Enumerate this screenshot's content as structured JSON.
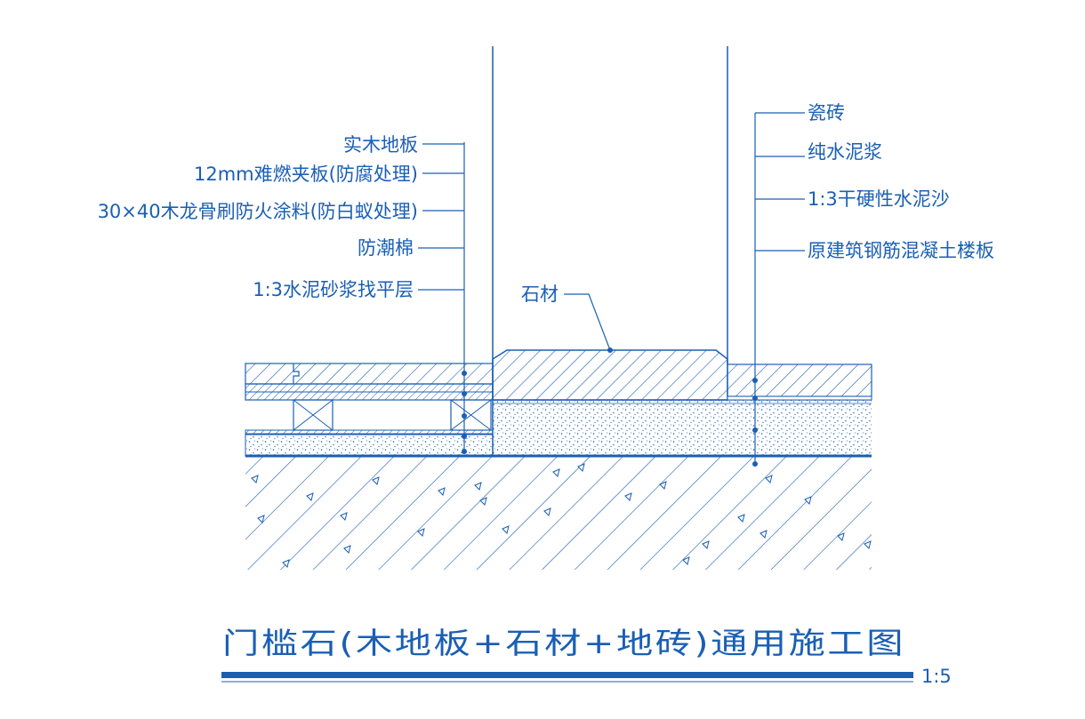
{
  "left_labels": [
    "实木地板",
    "12mm难燃夹板(防腐处理)",
    "30×40木龙骨刷防火涂料(防白蚁处理)",
    "防潮棉",
    "1:3水泥砂浆找平层"
  ],
  "right_labels": [
    "瓷砖",
    "纯水泥浆",
    "1:3干硬性水泥沙",
    "原建筑钢筋混凝土楼板"
  ],
  "stone_label": "石材",
  "title": "门槛石(木地板+石材+地砖)通用施工图",
  "scale": "1:5",
  "colors": {
    "line": "#1a5fb4",
    "fill": "#ffffff"
  }
}
